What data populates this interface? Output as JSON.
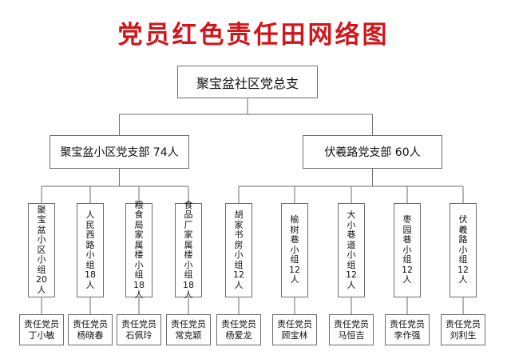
{
  "title": "党员红色责任田网络图",
  "colors": {
    "title": "#d0161b",
    "border": "#6e6e6e",
    "line": "#6e6e6e"
  },
  "root": {
    "label": "聚宝盆社区党总支"
  },
  "branches": [
    {
      "label": "聚宝盆小区党支部 74人"
    },
    {
      "label": "伏羲路党支部 60人"
    }
  ],
  "groups": [
    {
      "name": "聚宝盆小区小组",
      "count": "20",
      "unit": "人",
      "leader_role": "责任党员",
      "leader_name": "丁小敏",
      "branch": 0
    },
    {
      "name": "人民西路小组",
      "count": "18",
      "unit": "人",
      "leader_role": "责任党员",
      "leader_name": "杨晓春",
      "branch": 0
    },
    {
      "name": "粮食局家属楼小组",
      "count": "18",
      "unit": "人",
      "leader_role": "责任党员",
      "leader_name": "石佩玲",
      "branch": 0
    },
    {
      "name": "食品厂家属楼小组",
      "count": "18",
      "unit": "人",
      "leader_role": "责任党员",
      "leader_name": "常克颖",
      "branch": 0
    },
    {
      "name": "胡家书房小组",
      "count": "12",
      "unit": "人",
      "leader_role": "责任党员",
      "leader_name": "杨爱龙",
      "branch": 1
    },
    {
      "name": "榆树巷小组",
      "count": "12",
      "unit": "人",
      "leader_role": "责任党员",
      "leader_name": "顾宝林",
      "branch": 1
    },
    {
      "name": "大小巷道小组",
      "count": "12",
      "unit": "人",
      "leader_role": "责任党员",
      "leader_name": "马恒吉",
      "branch": 1
    },
    {
      "name": "枣园巷小组",
      "count": "12",
      "unit": "人",
      "leader_role": "责任党员",
      "leader_name": "李作强",
      "branch": 1
    },
    {
      "name": "伏羲路小组",
      "count": "12",
      "unit": "人",
      "leader_role": "责任党员",
      "leader_name": "刘利生",
      "branch": 1
    }
  ]
}
